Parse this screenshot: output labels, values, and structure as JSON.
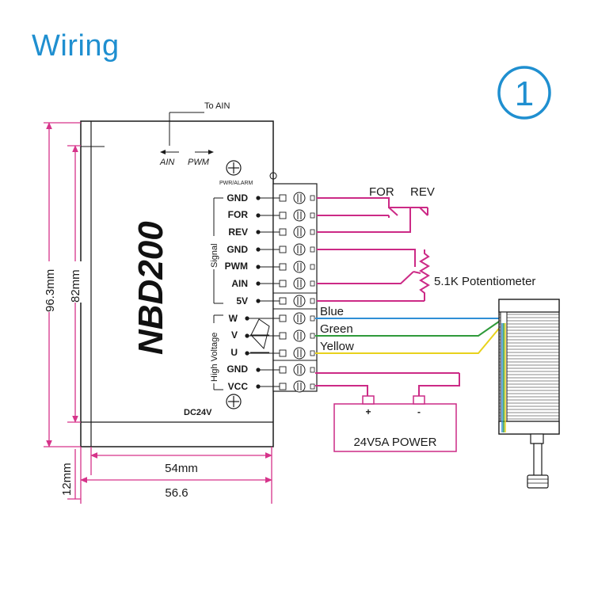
{
  "title": "Wiring",
  "step_number": "1",
  "driver": {
    "model": "NBD200",
    "top_label": "To AIN",
    "ain_label": "AIN",
    "pwm_label": "PWM",
    "pwr_alarm_label": "PWR/ALARM",
    "dc_label": "DC24V",
    "signal_group_label": "Signal",
    "high_voltage_group_label": "High Voltage",
    "signal_pins": [
      "GND",
      "FOR",
      "REV",
      "GND",
      "PWM",
      "AIN",
      "5V"
    ],
    "motor_pins": [
      "W",
      "V",
      "U"
    ],
    "power_pins": [
      "GND",
      "VCC"
    ]
  },
  "dimensions": {
    "outer_height": "96.3mm",
    "inner_height": "82mm",
    "depth": "12mm",
    "inner_width": "54mm",
    "outer_width": "56.6"
  },
  "switches": {
    "for_label": "FOR",
    "rev_label": "REV"
  },
  "potentiometer_label": "5.1K Potentiometer",
  "wires": {
    "blue": "Blue",
    "green": "Green",
    "yellow": "Yellow"
  },
  "power_supply": {
    "label": "24V5A  POWER",
    "plus": "+",
    "minus": "-"
  },
  "colors": {
    "accent": "#1f8fd0",
    "dimension_line": "#d6338a",
    "wire_magenta": "#cc2a86",
    "wire_blue": "#2f8fd6",
    "wire_green": "#2f9a3a",
    "wire_yellow": "#e8d21c"
  }
}
